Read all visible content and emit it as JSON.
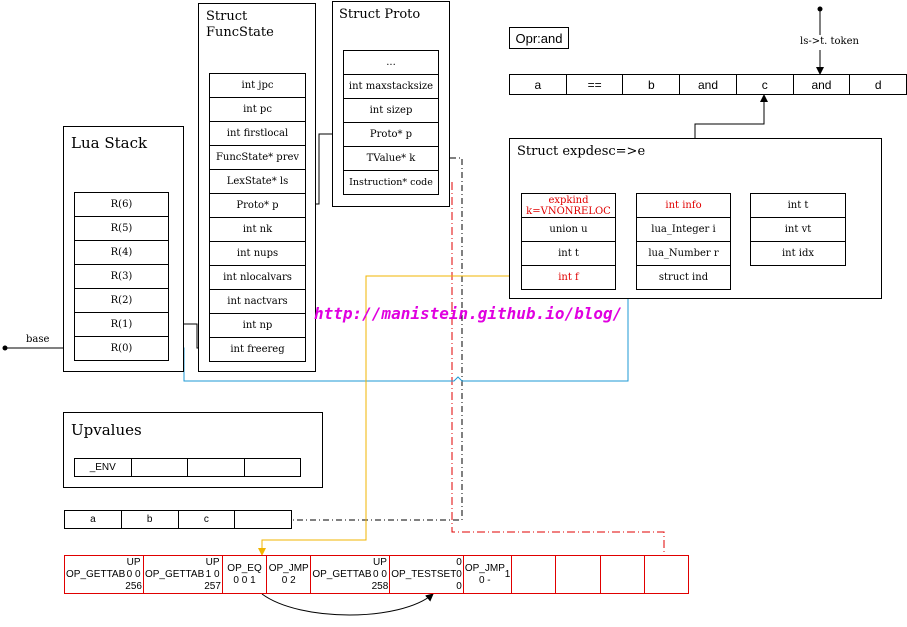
{
  "lua_stack": {
    "title": "Lua Stack",
    "registers": [
      "R(6)",
      "R(5)",
      "R(4)",
      "R(3)",
      "R(2)",
      "R(1)",
      "R(0)"
    ],
    "base_label": "base"
  },
  "funcstate": {
    "title_line1": "Struct",
    "title_line2": "FuncState",
    "fields": [
      "int jpc",
      "int pc",
      "int firstlocal",
      "FuncState* prev",
      "LexState* ls",
      "Proto* p",
      "int nk",
      "int nups",
      "int nlocalvars",
      "int nactvars",
      "int np",
      "int freereg"
    ]
  },
  "proto": {
    "title": "Struct Proto",
    "fields": [
      "...",
      "int maxstacksize",
      "int sizep",
      "Proto* p",
      "TValue* k",
      "Instruction* code"
    ]
  },
  "opr": {
    "label": "Opr:and"
  },
  "token_label": "ls->t. token",
  "tokens": [
    "a",
    "==",
    "b",
    "and",
    "c",
    "and",
    "d"
  ],
  "expdesc": {
    "title": "Struct expdesc=>e",
    "main_fields": [
      {
        "text": "expkind k=VNONRELOC",
        "red": true
      },
      {
        "text": "union u",
        "red": false
      },
      {
        "text": "int t",
        "red": false
      },
      {
        "text": "int f",
        "red": true
      }
    ],
    "union_fields": [
      {
        "text": "int info",
        "red": true
      },
      {
        "text": "lua_Integer i",
        "red": false
      },
      {
        "text": "lua_Number r",
        "red": false
      },
      {
        "text": "struct ind",
        "red": false
      }
    ],
    "ind_fields": [
      "int t",
      "int vt",
      "int idx"
    ]
  },
  "upvalues": {
    "title": "Upvalues",
    "slots": [
      "_ENV",
      "",
      "",
      ""
    ]
  },
  "constants": [
    "a",
    "b",
    "c",
    ""
  ],
  "code": [
    {
      "line1": "OP_GETTAB",
      "line2": "UP 0 0 256"
    },
    {
      "line1": "OP_GETTAB",
      "line2": "UP 1 0 257"
    },
    {
      "line1": "OP_EQ 0 0 1",
      "line2": ""
    },
    {
      "line1": "OP_JMP 0 2",
      "line2": ""
    },
    {
      "line1": "OP_GETTAB",
      "line2": "UP 0 0 258"
    },
    {
      "line1": "OP_TESTSET",
      "line2": "0 0 0"
    },
    {
      "line1": "OP_JMP 0 -",
      "line2": "1"
    },
    {
      "line1": "",
      "line2": ""
    },
    {
      "line1": "",
      "line2": ""
    },
    {
      "line1": "",
      "line2": ""
    },
    {
      "line1": "",
      "line2": ""
    }
  ],
  "watermark": "http://manistein.github.io/blog/",
  "colors": {
    "red": "#e00000",
    "blue": "#1e9ad6",
    "orange": "#f0b400",
    "magenta": "#e000e0"
  }
}
